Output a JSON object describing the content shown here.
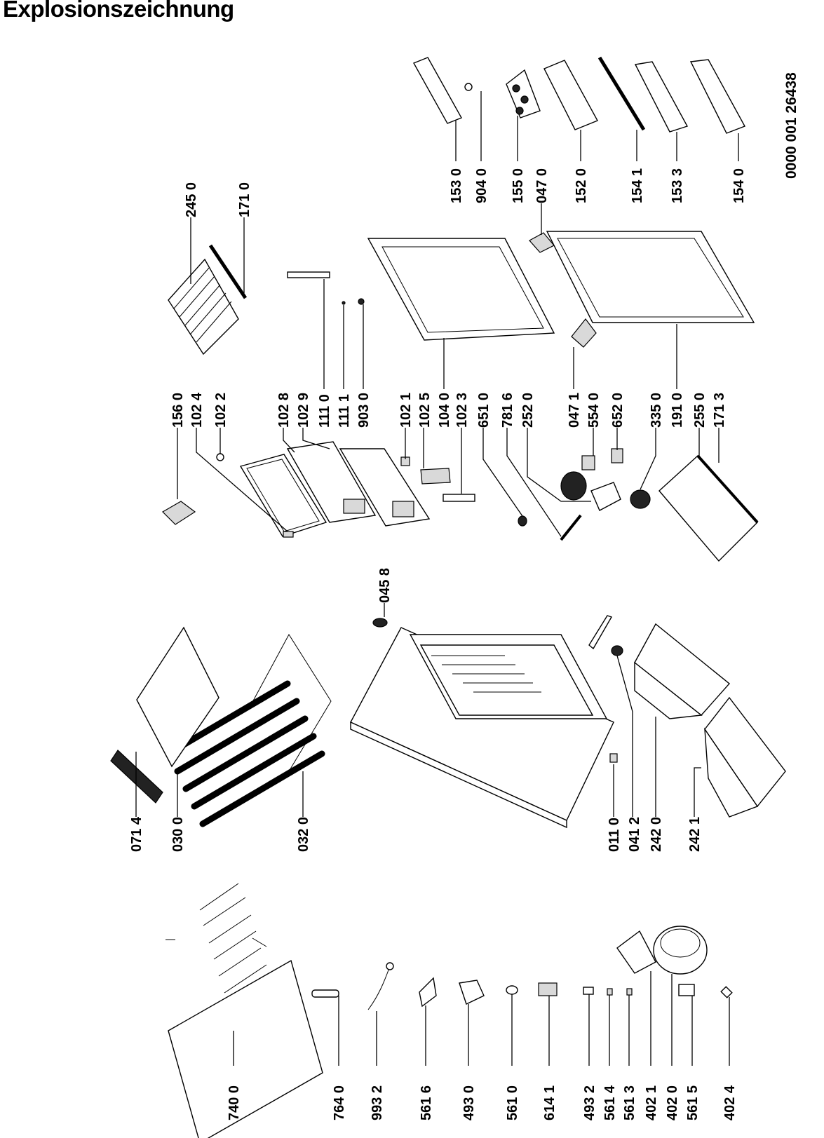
{
  "title": "Explosionszeichnung",
  "document_number": "0000 001 26438",
  "parts": {
    "p0714": "071 4",
    "p0300": "030 0",
    "p0320": "032 0",
    "p0110": "011 0",
    "p0412": "041 2",
    "p2420": "242 0",
    "p2421": "242 1",
    "p0458": "045 8",
    "p1560": "156 0",
    "p1024": "102 4",
    "p1022": "102 2",
    "p1028": "102 8",
    "p1029": "102 9",
    "p1110": "111 0",
    "p1111": "111 1",
    "p9030": "903 0",
    "p1021": "102 1",
    "p1025": "102 5",
    "p1040": "104 0",
    "p1023": "102 3",
    "p6510": "651 0",
    "p7816": "781 6",
    "p2520": "252 0",
    "p0471": "047 1",
    "p5540": "554 0",
    "p6520": "652 0",
    "p3350": "335 0",
    "p1910": "191 0",
    "p2550": "255 0",
    "p1713": "171 3",
    "p2450": "245 0",
    "p1710": "171 0",
    "p1530": "153 0",
    "p9040": "904 0",
    "p1550": "155 0",
    "p0470": "047 0",
    "p1520": "152 0",
    "p1541": "154 1",
    "p1533": "153 3",
    "p1540": "154 0",
    "p7400": "740 0",
    "p7640": "764 0",
    "p9932": "993 2",
    "p5616": "561 6",
    "p4930": "493 0",
    "p5610": "561 0",
    "p6141": "614 1",
    "p4932": "493 2",
    "p5614": "561 4",
    "p5613": "561 3",
    "p4021": "402 1",
    "p4020": "402 0",
    "p5615": "561 5",
    "p4024": "402 4"
  }
}
